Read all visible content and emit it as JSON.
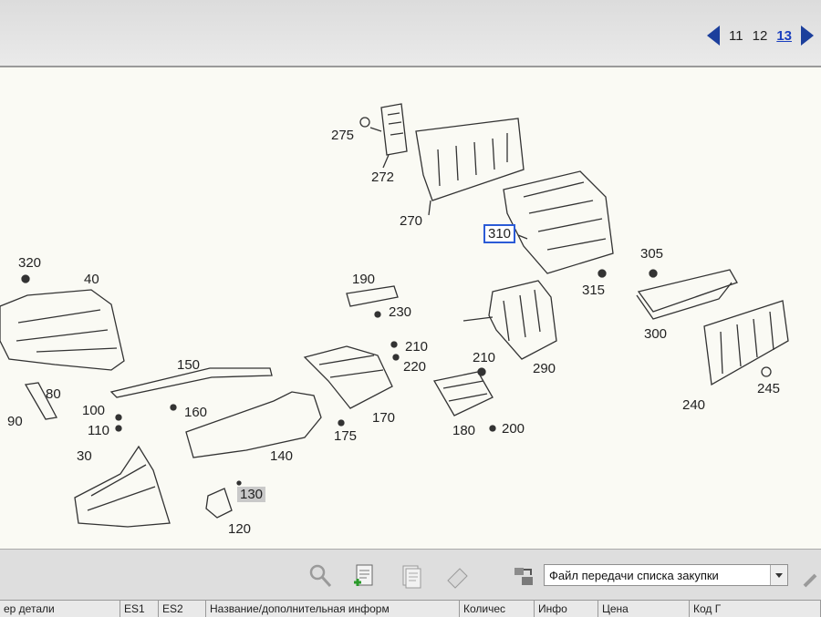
{
  "pagination": {
    "pages": [
      "11",
      "12",
      "13"
    ],
    "current": "13"
  },
  "callouts": [
    {
      "id": "c275",
      "label": "275"
    },
    {
      "id": "c272",
      "label": "272"
    },
    {
      "id": "c270",
      "label": "270"
    },
    {
      "id": "c310",
      "label": "310"
    },
    {
      "id": "c315",
      "label": "315"
    },
    {
      "id": "c305",
      "label": "305"
    },
    {
      "id": "c300",
      "label": "300"
    },
    {
      "id": "c320",
      "label": "320"
    },
    {
      "id": "c40",
      "label": "40"
    },
    {
      "id": "c190",
      "label": "190"
    },
    {
      "id": "c230",
      "label": "230"
    },
    {
      "id": "c210a",
      "label": "210"
    },
    {
      "id": "c220",
      "label": "220"
    },
    {
      "id": "c210b",
      "label": "210"
    },
    {
      "id": "c290",
      "label": "290"
    },
    {
      "id": "c150",
      "label": "150"
    },
    {
      "id": "c80",
      "label": "80"
    },
    {
      "id": "c90",
      "label": "90"
    },
    {
      "id": "c100",
      "label": "100"
    },
    {
      "id": "c110",
      "label": "110"
    },
    {
      "id": "c160",
      "label": "160"
    },
    {
      "id": "c170",
      "label": "170"
    },
    {
      "id": "c175",
      "label": "175"
    },
    {
      "id": "c180",
      "label": "180"
    },
    {
      "id": "c200",
      "label": "200"
    },
    {
      "id": "c240",
      "label": "240"
    },
    {
      "id": "c245",
      "label": "245"
    },
    {
      "id": "c140",
      "label": "140"
    },
    {
      "id": "c30",
      "label": "30"
    },
    {
      "id": "c130",
      "label": "130"
    },
    {
      "id": "c120",
      "label": "120"
    }
  ],
  "toolbar": {
    "select_value": "Файл передачи списка закупки"
  },
  "columns": [
    "ер детали",
    "ES1",
    "ES2",
    "Название/дополнительная информ",
    "Количес",
    "Инфо",
    "Цена",
    "Код Г"
  ],
  "colors": {
    "accent": "#1c3f9c",
    "highlight": "#2b5bd6"
  }
}
